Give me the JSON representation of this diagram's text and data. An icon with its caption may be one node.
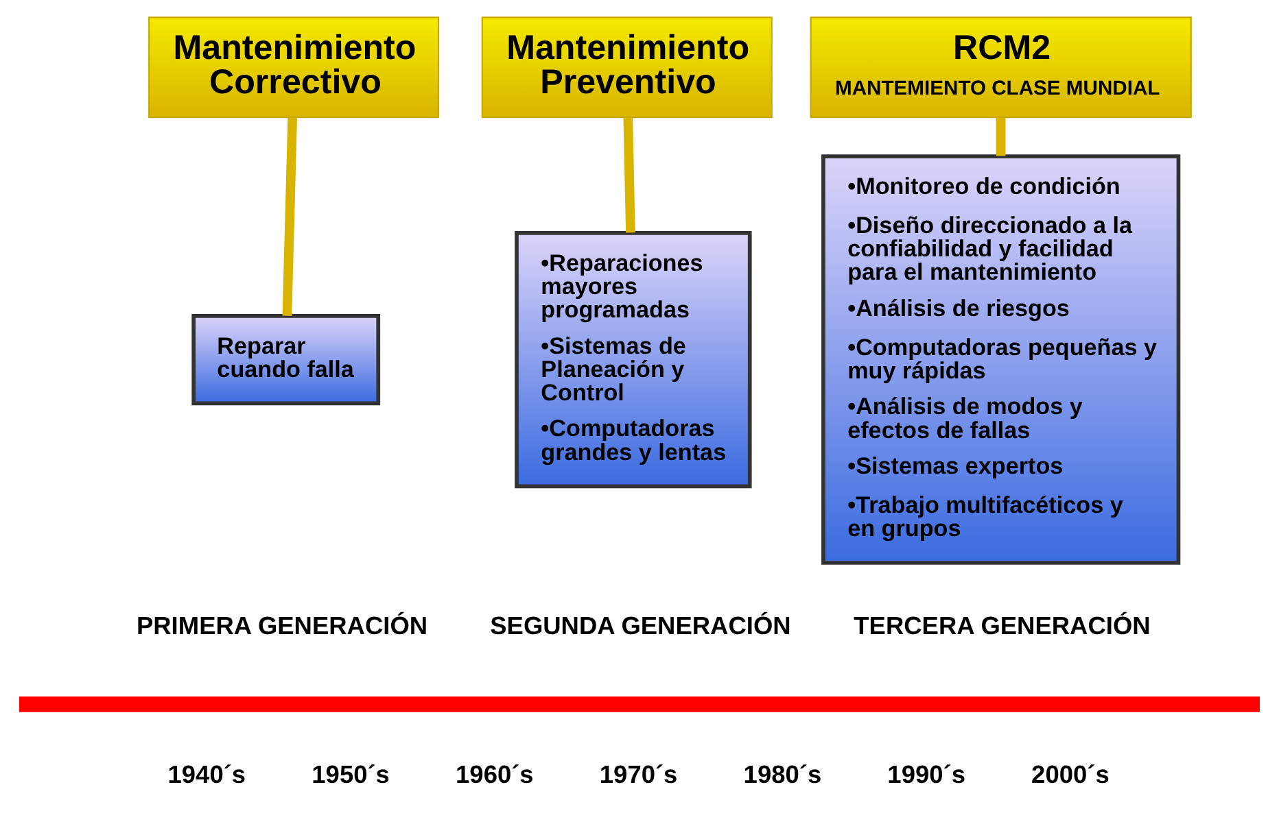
{
  "diagram": {
    "nodes": [
      {
        "text": [
          "RCM2",
          "MANTEMIENTO CLASE MUNDIAL"
        ]
      },
      {
        "text": [
          "Mantenimiento Preventivo"
        ]
      },
      {
        "text": [
          "Mantenimiento Correctivo"
        ]
      },
      {
        "text": [
          "Reparar cuando falla"
        ]
      },
      {
        "text": [
          "•Reparaciones mayores programadas",
          "•Sistemas de Planeación y Control",
          "•Computadoras grandes y lentas"
        ]
      },
      {
        "text": [
          "•Monitoreo de condición",
          "•Diseño direccionado a la confiabilidad y facilidad para el mantenimiento",
          "•Análisis de riesgos",
          "•Computadoras pequeñas y muy rápidas",
          "•Análisis de modos y efectos de fallas",
          "•Sistemas expertos",
          "•Trabajo multifacéticos y en grupos"
        ]
      }
    ],
    "edges": [
      {
        "from": 0,
        "to": 5,
        "arrow": "none"
      },
      {
        "from": 1,
        "to": 4,
        "arrow": "none"
      },
      {
        "from": 2,
        "to": 3,
        "arrow": "none"
      }
    ],
    "labels": [
      "PRIMERA GENERACIÓN",
      "SEGUNDA GENERACIÓN",
      "TERCERA GENERACIÓN",
      "1940´s",
      "1950´s",
      "1960´s",
      "1970´s",
      "1980´s",
      "1990´s",
      "2000´s"
    ]
  }
}
